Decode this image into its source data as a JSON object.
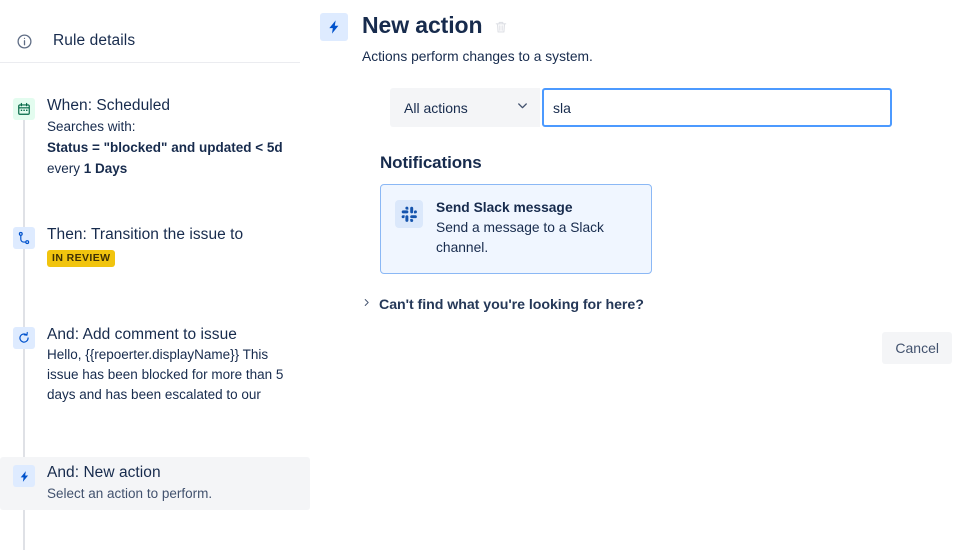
{
  "sidebar": {
    "rule_details": {
      "label": "Rule details",
      "icon": "info-circle-icon"
    },
    "steps": [
      {
        "icon": "calendar-icon",
        "icon_tone": "green",
        "title": "When: Scheduled",
        "sub_plain": "Searches with:",
        "sub_bold": "Status = \"blocked\" and updated < 5d",
        "sub_suffix_plain": "every ",
        "sub_suffix_bold": "1 Days",
        "selected": false
      },
      {
        "icon": "transition-icon",
        "icon_tone": "blue",
        "title": "Then: Transition the issue to",
        "badge": "IN REVIEW",
        "selected": false
      },
      {
        "icon": "comment-refresh-icon",
        "icon_tone": "blue",
        "title": "And: Add comment to issue",
        "body": "Hello, {{repoerter.displayName}} This issue has been blocked for more than 5 days and has been escalated to our",
        "selected": false
      },
      {
        "icon": "bolt-icon",
        "icon_tone": "blue",
        "title": "And: New action",
        "sub_plain": "Select an action to perform.",
        "selected": true
      }
    ]
  },
  "main": {
    "icon": "bolt-icon",
    "title": "New action",
    "delete_icon": "trash-icon",
    "description": "Actions perform changes to a system.",
    "filter": {
      "selected": "All actions",
      "chevron_icon": "chevron-down-icon",
      "options": [
        "All actions"
      ]
    },
    "search": {
      "value": "sla",
      "placeholder": "",
      "icon": "search-input"
    },
    "section_title": "Notifications",
    "results": [
      {
        "icon": "slack-icon",
        "title": "Send Slack message",
        "description": "Send a message to a Slack channel."
      }
    ],
    "cant_find": {
      "chevron_icon": "chevron-right-icon",
      "label": "Can't find what you're looking for here?"
    },
    "cancel_label": "Cancel"
  },
  "colors": {
    "accent_blue": "#0052cc",
    "focus_blue": "#4c9aff",
    "badge_yellow": "#f1c40e",
    "text_primary": "#172b4d",
    "green_tint": "#e3fcef",
    "blue_tint": "#deebff",
    "card_bg": "#f0f6ff"
  }
}
